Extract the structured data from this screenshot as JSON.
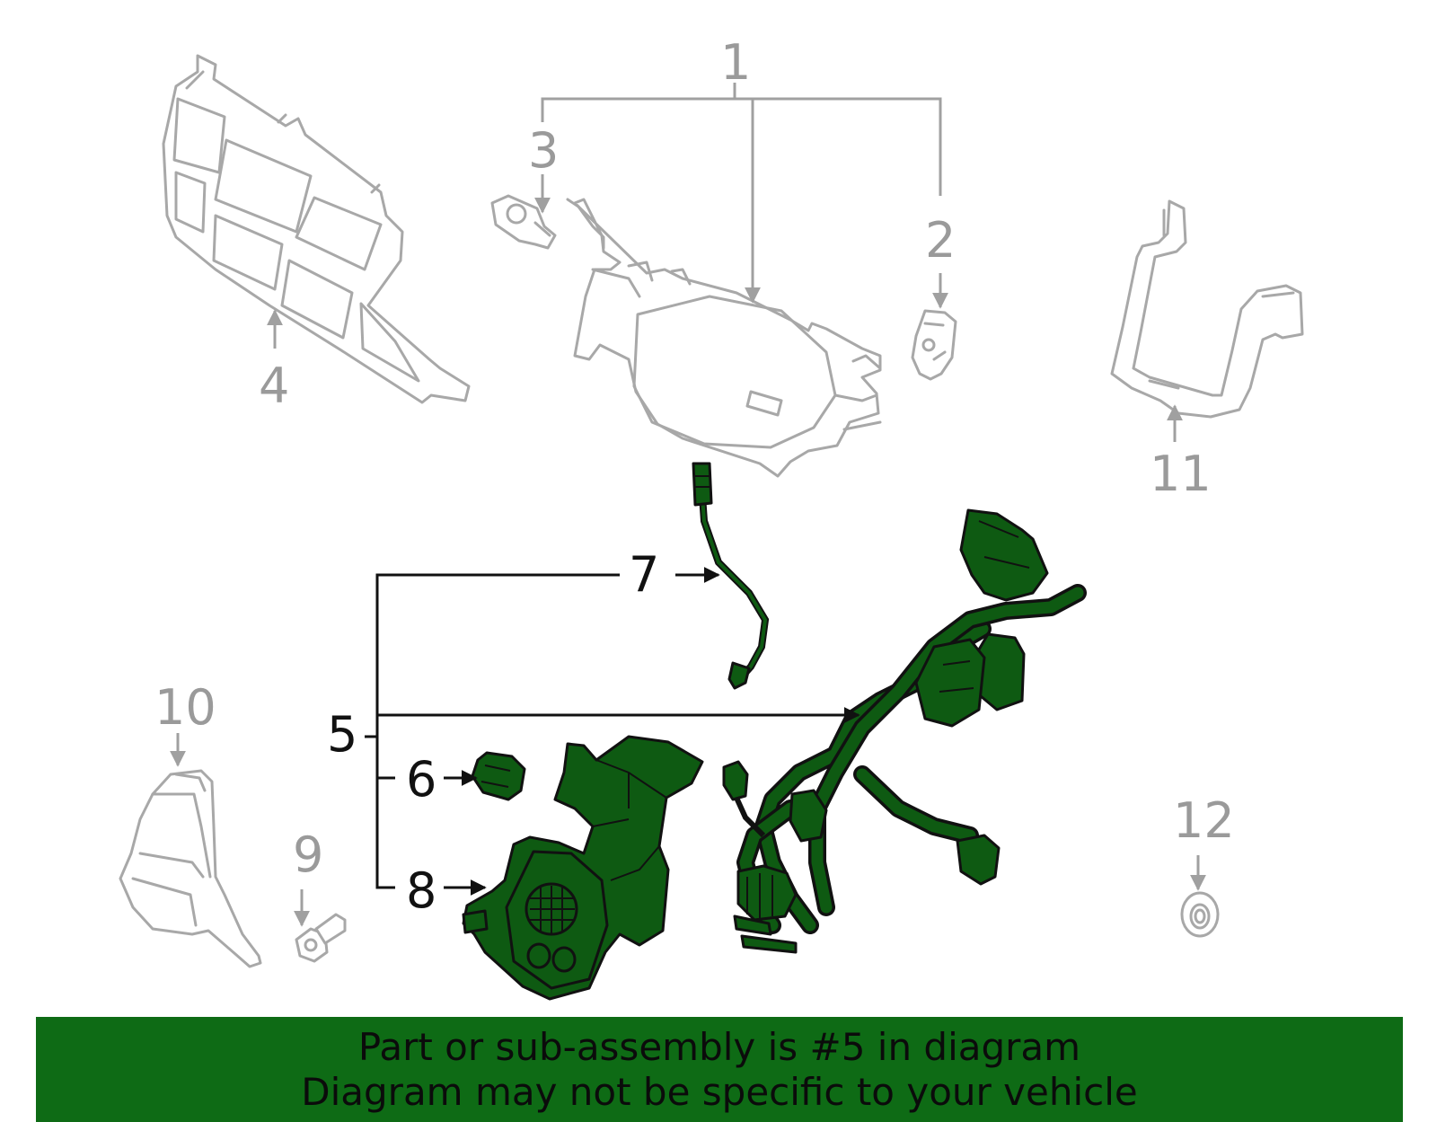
{
  "callouts": {
    "c1": "1",
    "c2": "2",
    "c3": "3",
    "c4": "4",
    "c5": "5",
    "c6": "6",
    "c7": "7",
    "c8": "8",
    "c9": "9",
    "c10": "10",
    "c11": "11",
    "c12": "12"
  },
  "highlight_color": "#0e6b15",
  "ghost_color": "#a8a8a8",
  "banner": {
    "line1": "Part or sub-assembly is #5 in diagram",
    "line2": "Diagram may not be specific to your vehicle"
  }
}
